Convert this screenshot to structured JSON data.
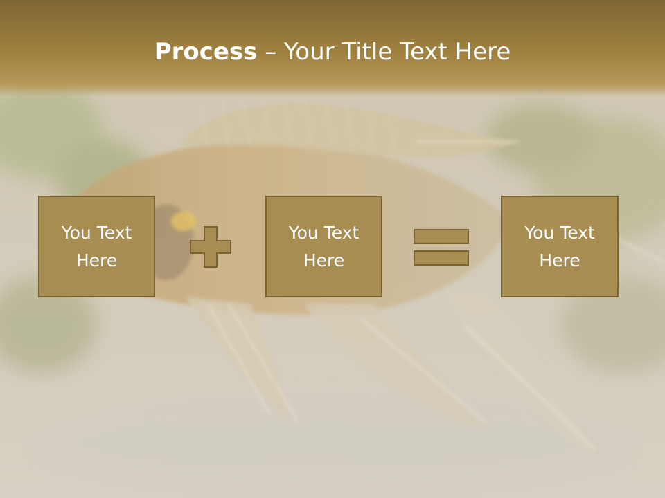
{
  "slide": {
    "title_bold": "Process",
    "title_rest": " – Your Title Text Here",
    "background_image": "blurred tropical fish (cichlid) photo",
    "accent_color": "#a88d53"
  },
  "process": {
    "boxes": [
      {
        "label": "You Text\nHere"
      },
      {
        "label": "You Text\nHere"
      },
      {
        "label": "You Text\nHere"
      }
    ],
    "operators": [
      "plus-icon",
      "equals-icon"
    ]
  }
}
